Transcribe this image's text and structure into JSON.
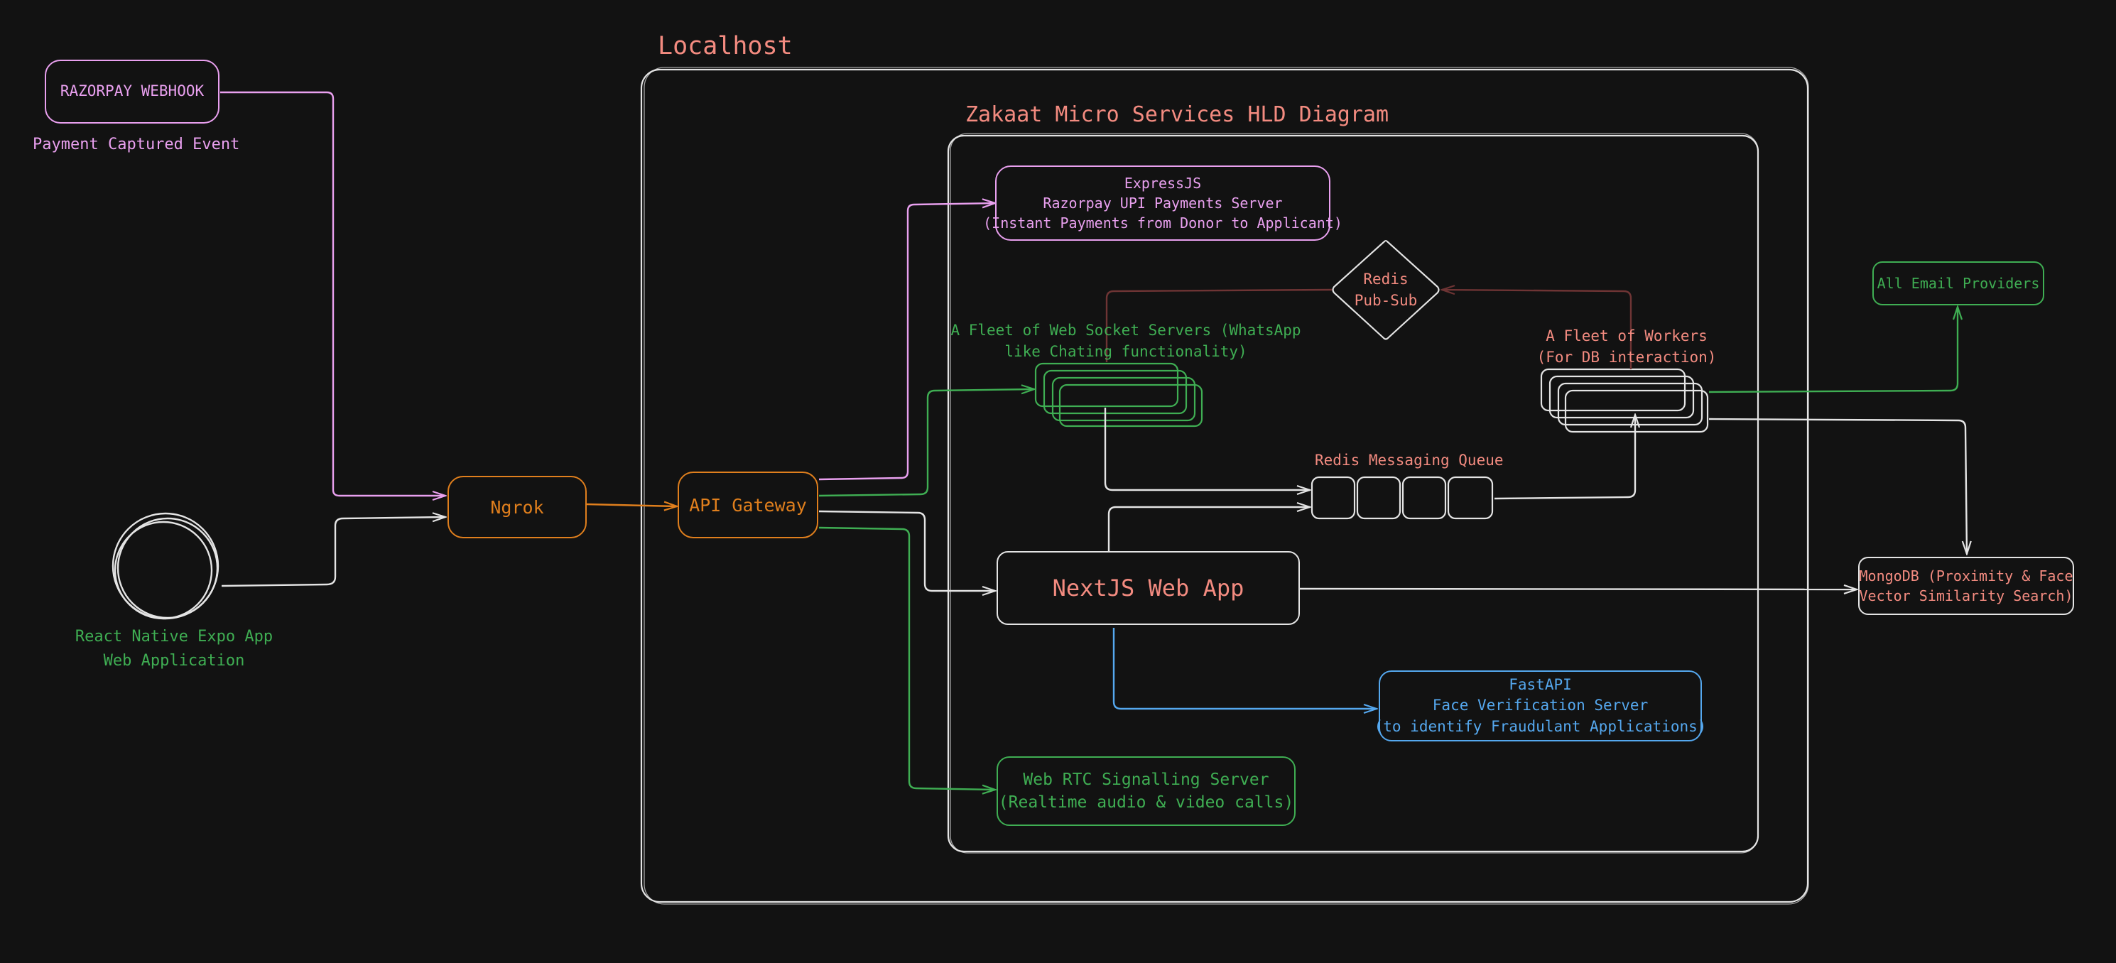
{
  "localhost": {
    "title": "Localhost"
  },
  "hld": {
    "title": "Zakaat Micro Services HLD Diagram"
  },
  "razorpay_webhook": {
    "label": "RAZORPAY WEBHOOK",
    "caption": "Payment Captured Event"
  },
  "client": {
    "caption_line1": "React Native Expo App",
    "caption_line2": "Web Application"
  },
  "ngrok": {
    "label": "Ngrok"
  },
  "api_gateway": {
    "label": "API Gateway"
  },
  "express": {
    "line1": "ExpressJS",
    "line2": "Razorpay UPI Payments Server",
    "line3": "(Instant Payments from Donor to Applicant)"
  },
  "redis_pubsub": {
    "line1": "Redis",
    "line2": "Pub-Sub"
  },
  "websocket_fleet": {
    "line1": "A Fleet of Web Socket Servers (WhatsApp",
    "line2": "like Chating functionality)"
  },
  "workers_fleet": {
    "line1": "A Fleet of Workers",
    "line2": "(For DB interaction)"
  },
  "email": {
    "label": "All Email Providers"
  },
  "redis_queue": {
    "label": "Redis Messaging Queue"
  },
  "nextjs": {
    "label": "NextJS Web App"
  },
  "mongodb": {
    "line1": "MongoDB (Proximity & Face",
    "line2": "Vector Similarity Search)"
  },
  "fastapi": {
    "line1": "FastAPI",
    "line2": "Face Verification Server",
    "line3": "(to identify Fraudulant Applications)"
  },
  "webrtc": {
    "line1": "Web RTC Signalling Server",
    "line2": "(Realtime audio & video calls)"
  },
  "colors": {
    "background": "#121212",
    "white": "#e4e4e4",
    "pink": "#e9a0ef",
    "orange": "#e07f1d",
    "green": "#3fae53",
    "salmon": "#f38b80",
    "blue": "#55a8ef",
    "dark_red": "#6e3434"
  }
}
